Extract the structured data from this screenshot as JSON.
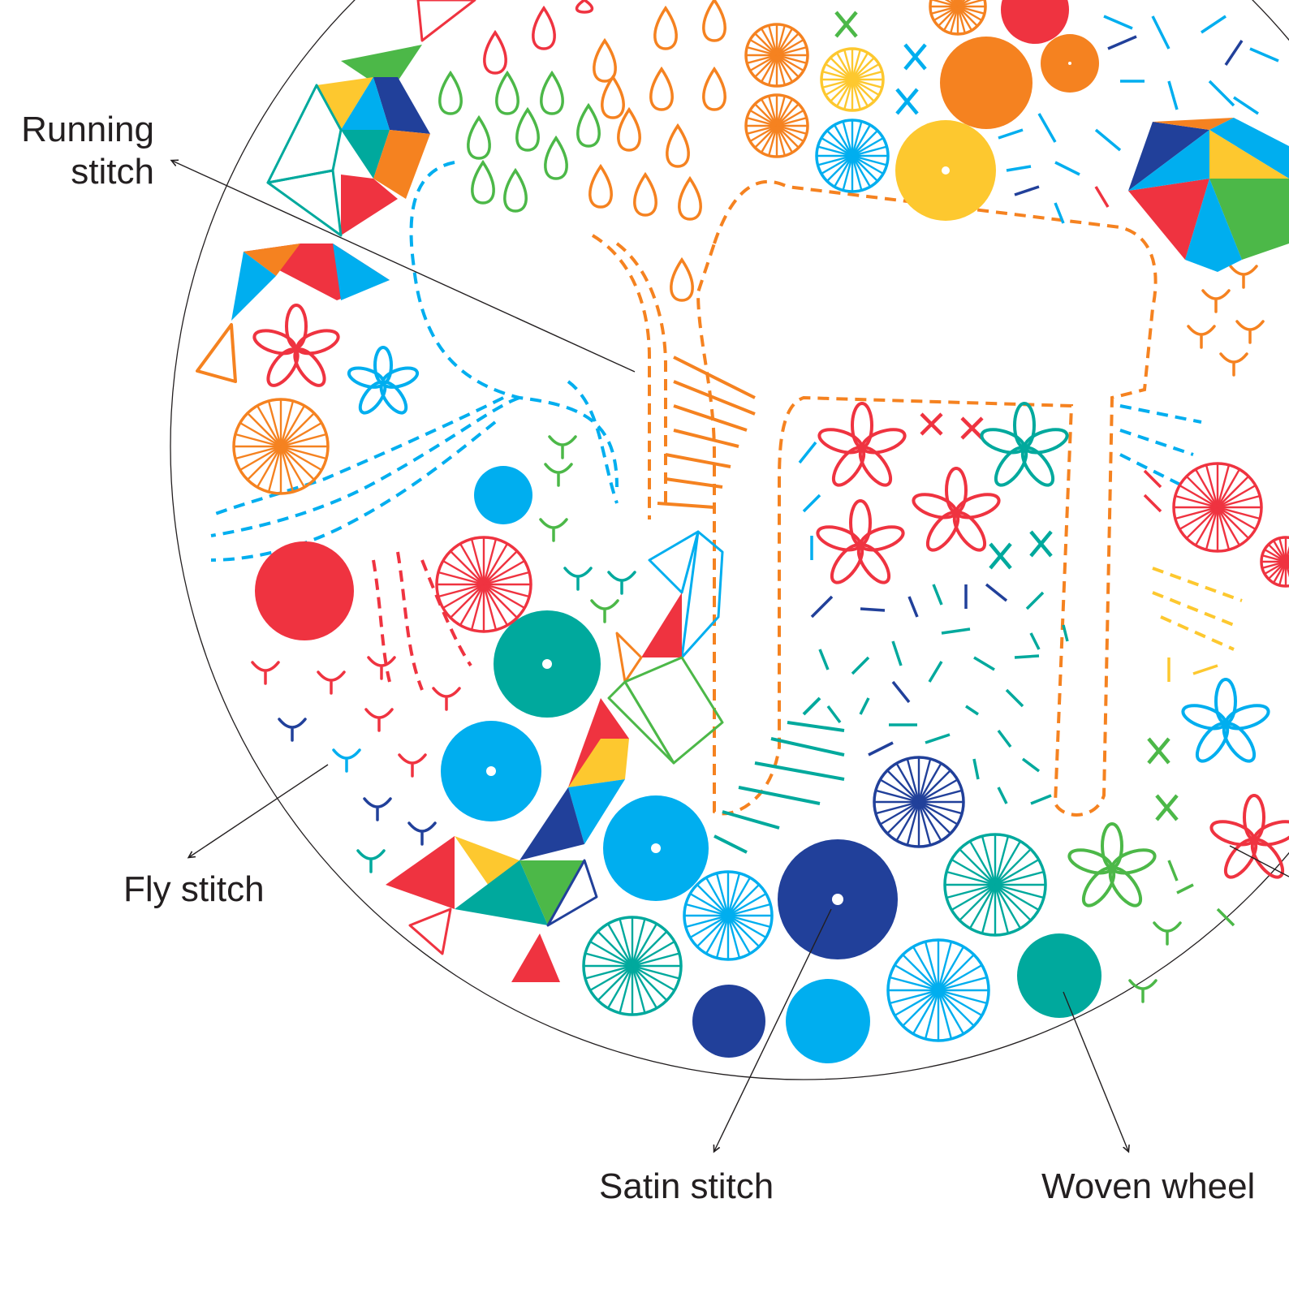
{
  "labels": {
    "running_line1": "Running",
    "running_line2": "stitch",
    "fly": "Fly stitch",
    "satin": "Satin stitch",
    "woven": "Woven wheel"
  },
  "palette": {
    "red": "#ef3340",
    "orange": "#f58220",
    "yellow": "#fdc82f",
    "green": "#4cb848",
    "teal": "#00a99d",
    "sky": "#00aeef",
    "navy": "#21409a",
    "ink": "#231f20"
  }
}
